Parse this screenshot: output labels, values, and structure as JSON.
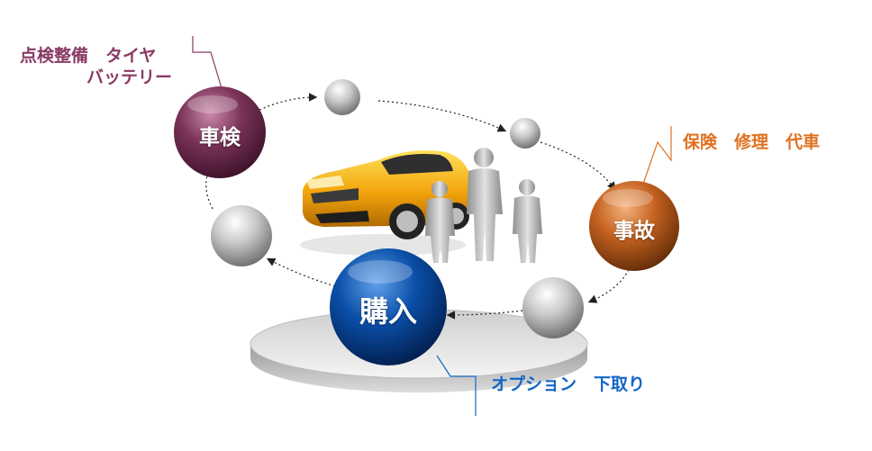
{
  "nodes": {
    "purchase": {
      "label": "購入",
      "color": "#0a4fa8"
    },
    "inspection": {
      "label": "車検",
      "color": "#7a3358"
    },
    "accident": {
      "label": "事故",
      "color": "#c4611f"
    }
  },
  "annotations": {
    "inspection": {
      "line1": "点検整備　タイヤ",
      "line2": "バッテリー",
      "color": "#8a3a66"
    },
    "accident": {
      "text": "保険　修理　代車",
      "color": "#e0701e"
    },
    "purchase": {
      "text": "オプション　下取り",
      "color": "#1466c8"
    }
  },
  "icons": [
    "car-icon",
    "people-icon"
  ]
}
